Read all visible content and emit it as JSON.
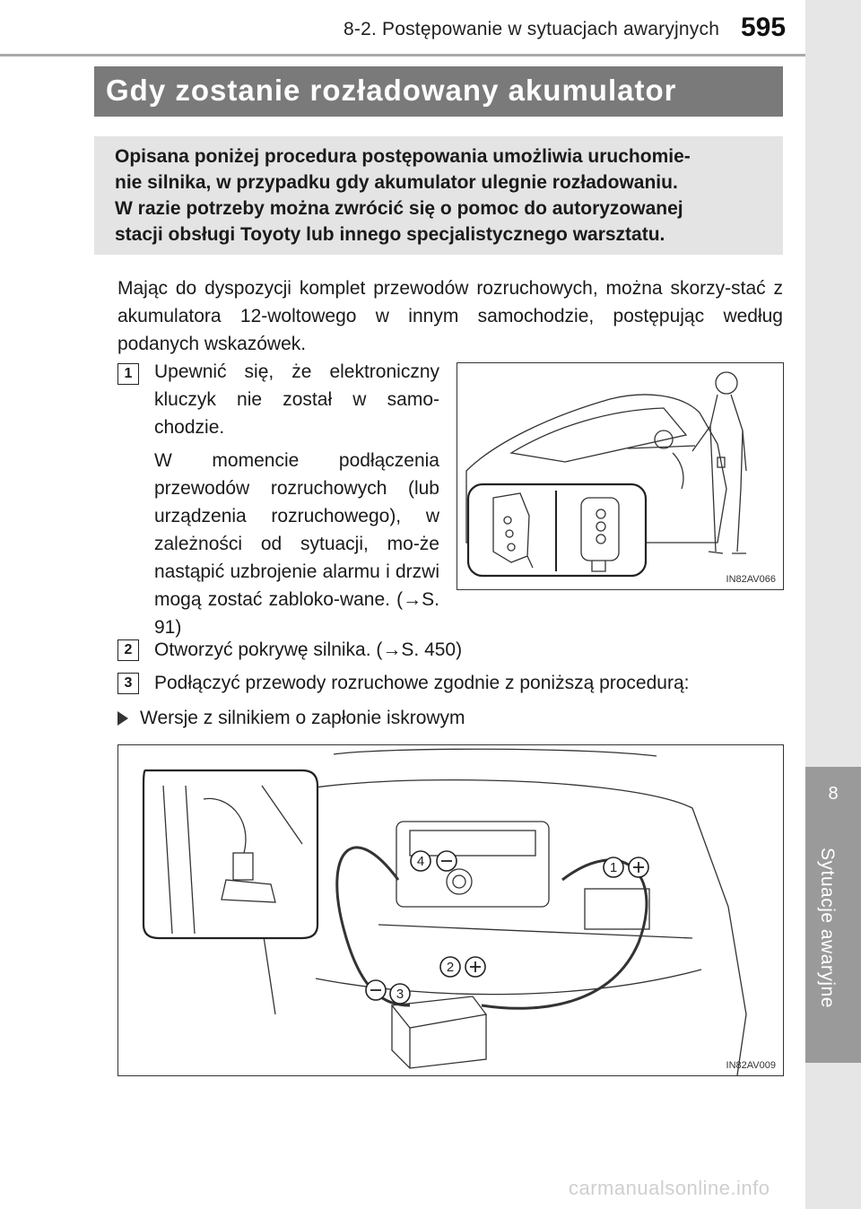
{
  "header": {
    "section": "8-2. Postępowanie w sytuacjach awaryjnych",
    "page_number": "595"
  },
  "sidebar": {
    "chapter_number": "8",
    "chapter_title": "Sytuacje awaryjne"
  },
  "title": "Gdy zostanie rozładowany akumulator",
  "intro_lines": [
    "Opisana poniżej procedura postępowania umożliwia uruchomie-",
    "nie silnika, w przypadku gdy akumulator ulegnie rozładowaniu.",
    "W razie potrzeby można zwrócić się o pomoc do autoryzowanej",
    "stacji obsługi Toyoty lub innego specjalistycznego warsztatu."
  ],
  "body_paragraph": "Mając do dyspozycji komplet przewodów rozruchowych, można skorzy-stać z akumulatora 12-woltowego w innym samochodzie, postępując według podanych wskazówek.",
  "steps": [
    {
      "number": "1",
      "text": "Upewnić się, że elektroniczny kluczyk nie został w samo-chodzie.",
      "note": "W momencie podłączenia przewodów rozruchowych (lub urządzenia rozruchowego), w zależności od sytuacji, mo-że nastąpić uzbrojenie alarmu i drzwi mogą zostać zabloko-wane. (→S. 91)"
    },
    {
      "number": "2",
      "text": "Otworzyć pokrywę silnika. (→S. 450)"
    },
    {
      "number": "3",
      "text": "Podłączyć przewody rozruchowe zgodnie z poniższą procedurą:"
    }
  ],
  "bullet": "Wersje z silnikiem o zapłonie iskrowym",
  "figure1": {
    "code": "IN82AV066"
  },
  "figure2": {
    "code": "IN82AV009",
    "callouts": [
      "1",
      "2",
      "3",
      "4"
    ]
  },
  "watermark": "carmanualsonline.info"
}
